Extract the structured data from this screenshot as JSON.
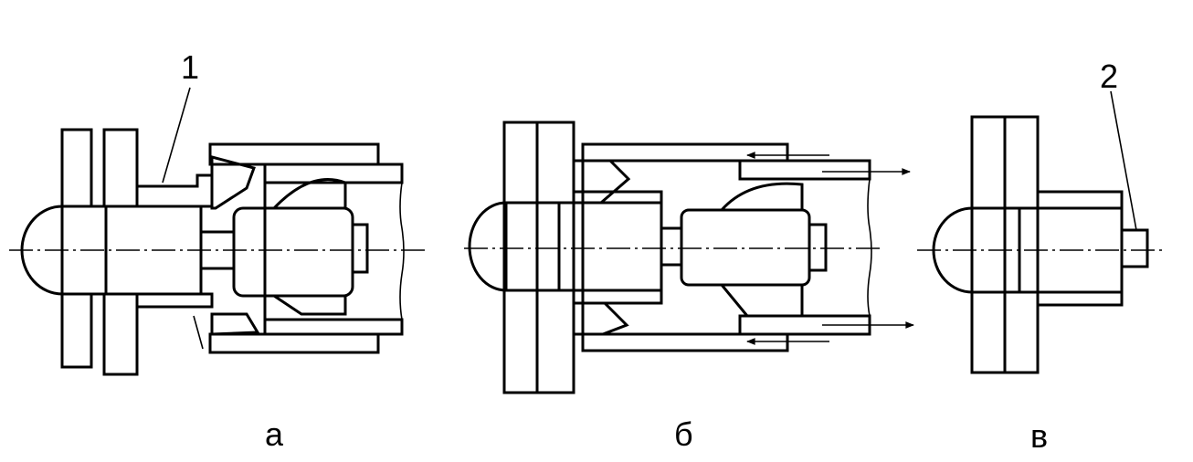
{
  "labels": {
    "sub_a": "а",
    "sub_b": "б",
    "sub_v": "в",
    "callout_1": "1",
    "callout_2": "2"
  }
}
